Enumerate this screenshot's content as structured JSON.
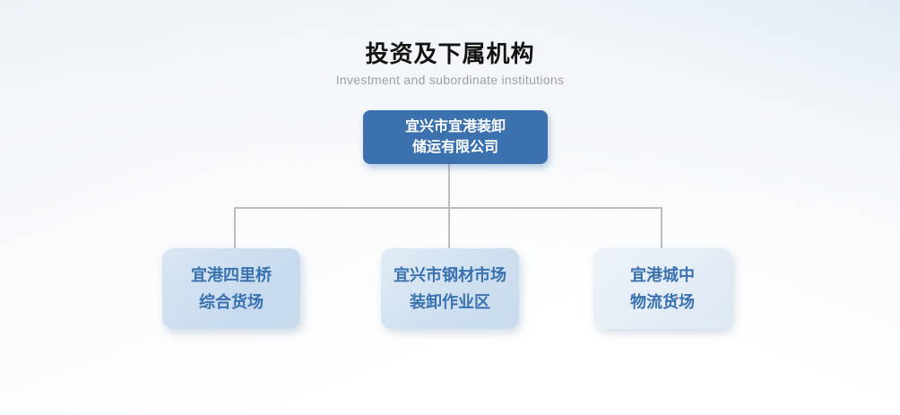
{
  "page": {
    "title": "投资及下属机构",
    "subtitle": "Investment and subordinate institutions"
  },
  "org_chart": {
    "type": "org-tree",
    "root": {
      "name": "宜兴市宜港装卸储运有限公司",
      "line1": "宜兴市宜港装卸",
      "line2": "储运有限公司"
    },
    "children": [
      {
        "name": "宜港四里桥综合货场",
        "line1": "宜港四里桥",
        "line2": "综合货场"
      },
      {
        "name": "宜兴市钢材市场装卸作业区",
        "line1": "宜兴市钢材市场",
        "line2": "装卸作业区"
      },
      {
        "name": "宜港城中物流货场",
        "line1": "宜港城中",
        "line2": "物流货场"
      }
    ]
  },
  "colors": {
    "root_box_bg": "#3a71ae",
    "root_box_text": "#ffffff",
    "child_box_bg_left": "#c9dcee",
    "child_box_bg_middle": "#cddfef",
    "child_box_bg_right": "#e3ecf6",
    "child_box_text": "#3a72b0",
    "connector_line": "#bcbcbc",
    "title_text": "#141414",
    "subtitle_text": "#9aa0a6",
    "background_top": "#e9eff5",
    "background_bottom": "#ffffff"
  }
}
